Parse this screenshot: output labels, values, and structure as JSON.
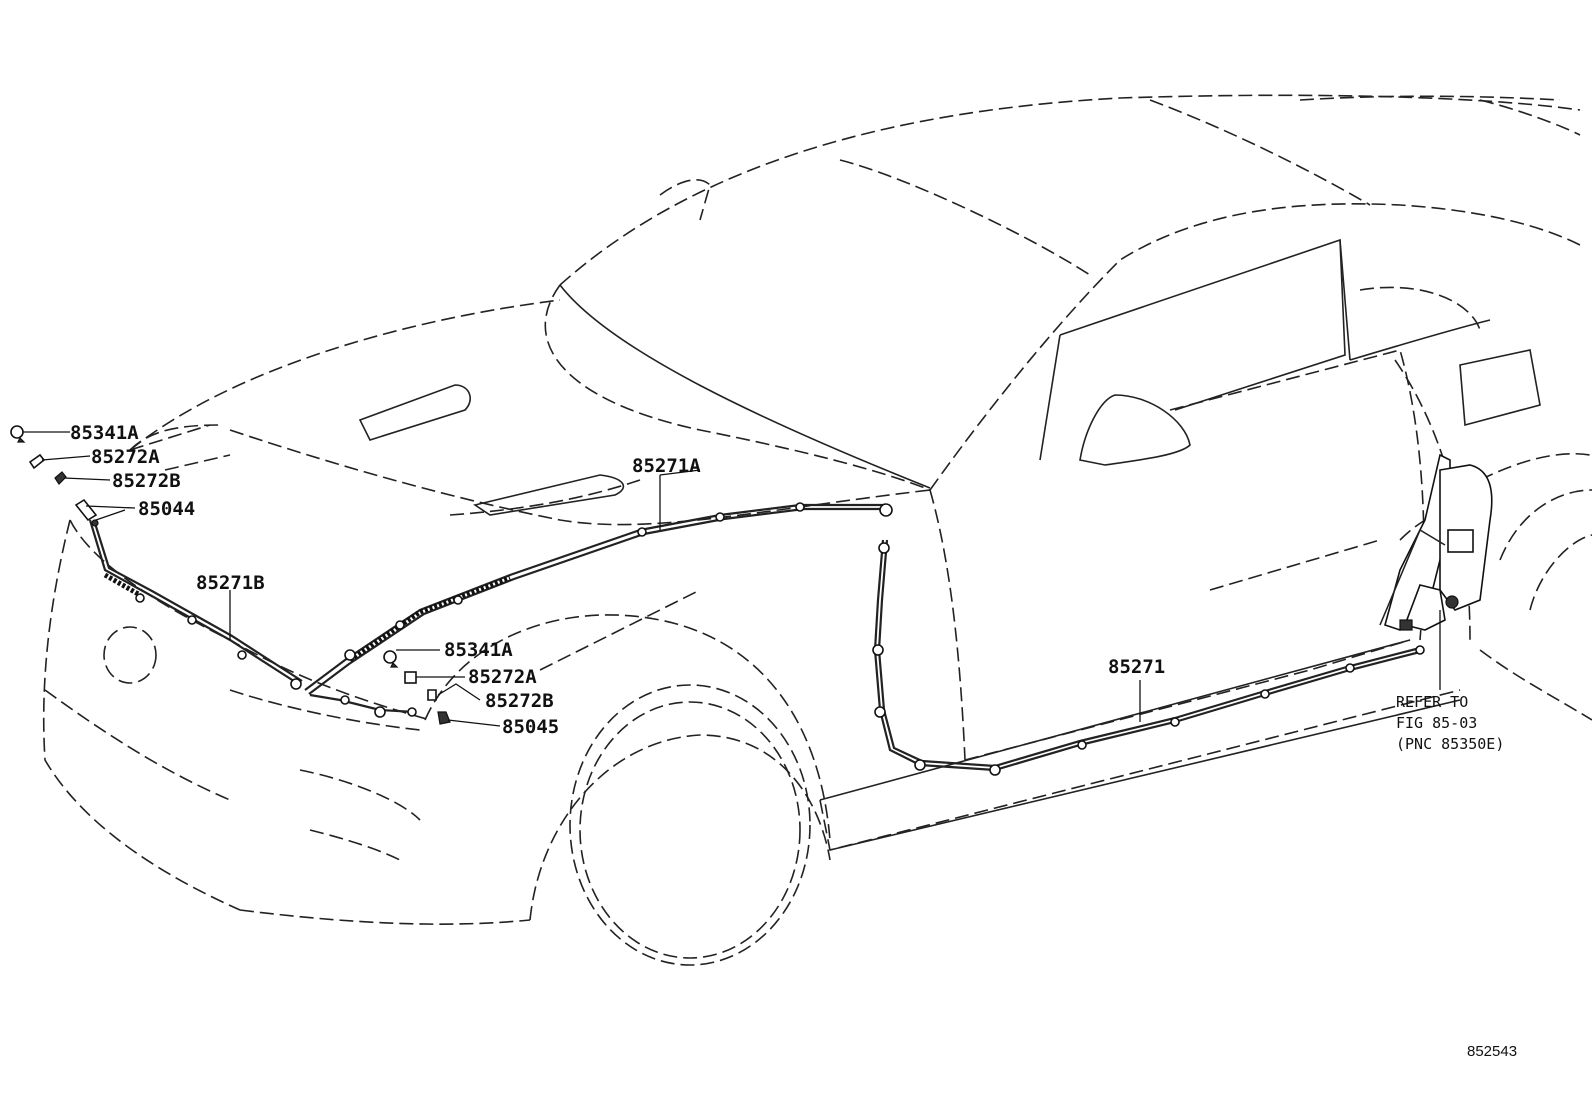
{
  "diagram": {
    "labels": {
      "l_85341A_top": "85341A",
      "l_85272A_top": "85272A",
      "l_85272B_top": "85272B",
      "l_85044": "85044",
      "l_85271B": "85271B",
      "l_85271A": "85271A",
      "l_85341A_mid": "85341A",
      "l_85272A_mid": "85272A",
      "l_85272B_mid": "85272B",
      "l_85045": "85045",
      "l_85271": "85271"
    },
    "refer": {
      "line1": "REFER TO",
      "line2": "FIG 85-03",
      "line3": "(PNC 85350E)"
    },
    "figure_id": "852543"
  }
}
